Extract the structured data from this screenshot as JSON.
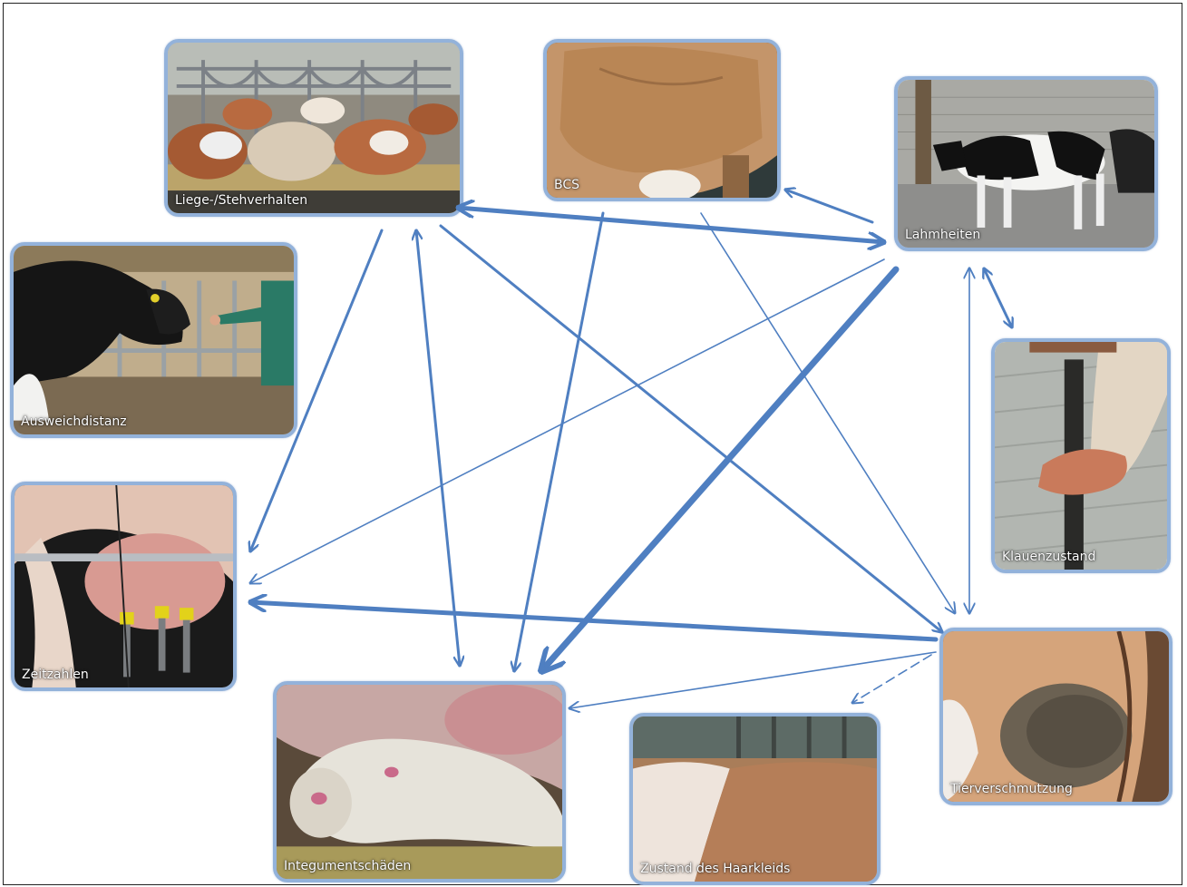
{
  "nodes": {
    "liege": {
      "label": "Liege-/Stehverhalten"
    },
    "bcs": {
      "label": "BCS"
    },
    "lahm": {
      "label": "Lahmheiten"
    },
    "ausweich": {
      "label": "Ausweichdistanz"
    },
    "klauen": {
      "label": "Klauenzustand"
    },
    "zitzen": {
      "label": "Zeitzahlen"
    },
    "tier": {
      "label": "Tierverschmutzung"
    },
    "integ": {
      "label": "Integumentschäden"
    },
    "haar": {
      "label": "Zustand des Haarkleids"
    }
  },
  "colors": {
    "arrow": "#4f7fc1",
    "card_border": "#93b2da"
  },
  "edges": [
    {
      "from": "lahm",
      "to": "liege",
      "weight": "thick",
      "bidirectional": true
    },
    {
      "from": "lahm",
      "to": "bcs",
      "weight": "medium",
      "bidirectional": false
    },
    {
      "from": "lahm",
      "to": "klauen",
      "weight": "medium",
      "bidirectional": true
    },
    {
      "from": "lahm",
      "to": "tier",
      "weight": "thin",
      "bidirectional": true
    },
    {
      "from": "lahm",
      "to": "zitzen",
      "weight": "thin",
      "bidirectional": false
    },
    {
      "from": "lahm",
      "to": "integ",
      "weight": "thickest",
      "bidirectional": false
    },
    {
      "from": "liege",
      "to": "zitzen",
      "weight": "medium",
      "bidirectional": false
    },
    {
      "from": "liege",
      "to": "integ",
      "weight": "medium",
      "bidirectional": true
    },
    {
      "from": "liege",
      "to": "tier",
      "weight": "medium",
      "bidirectional": false
    },
    {
      "from": "bcs",
      "to": "integ",
      "weight": "medium",
      "bidirectional": false
    },
    {
      "from": "bcs",
      "to": "tier",
      "weight": "thin",
      "bidirectional": false
    },
    {
      "from": "tier",
      "to": "zitzen",
      "weight": "thick",
      "bidirectional": false
    },
    {
      "from": "tier",
      "to": "integ",
      "weight": "thin",
      "bidirectional": false
    },
    {
      "from": "tier",
      "to": "haar",
      "weight": "thin",
      "bidirectional": false,
      "dashed": true
    }
  ]
}
